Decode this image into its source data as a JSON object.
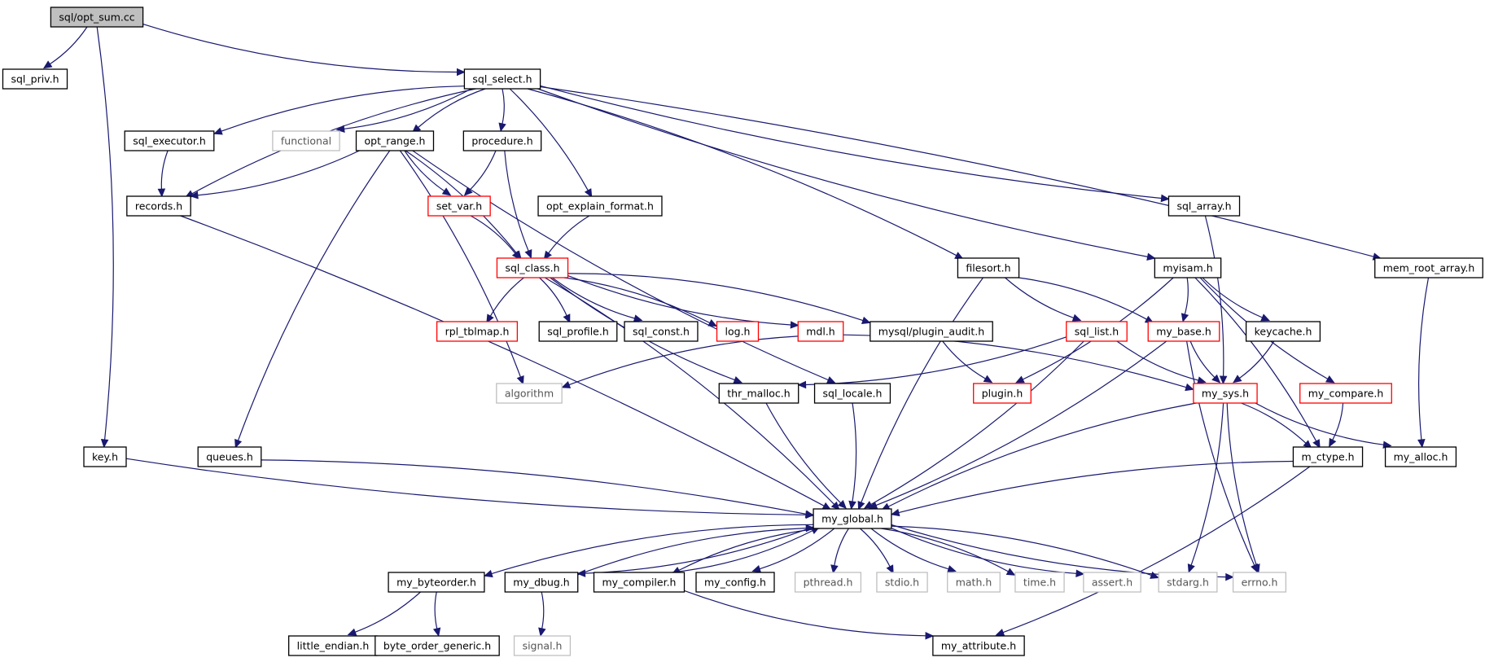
{
  "colors": {
    "edge": "#191970",
    "normal_border": "#000000",
    "incomplete_border": "#ff0000",
    "external_border": "#bfbfbf",
    "focus_fill": "#bfbfbf",
    "background": "#ffffff"
  },
  "graph": {
    "nodes": [
      {
        "id": "opt_sum",
        "label": "sql/opt_sum.cc",
        "style": "focus"
      },
      {
        "id": "sql_priv",
        "label": "sql_priv.h",
        "style": "normal"
      },
      {
        "id": "sql_select",
        "label": "sql_select.h",
        "style": "normal"
      },
      {
        "id": "key",
        "label": "key.h",
        "style": "normal"
      },
      {
        "id": "sql_executor",
        "label": "sql_executor.h",
        "style": "normal"
      },
      {
        "id": "functional",
        "label": "functional",
        "style": "external"
      },
      {
        "id": "opt_range",
        "label": "opt_range.h",
        "style": "normal"
      },
      {
        "id": "procedure",
        "label": "procedure.h",
        "style": "normal"
      },
      {
        "id": "records",
        "label": "records.h",
        "style": "normal"
      },
      {
        "id": "set_var",
        "label": "set_var.h",
        "style": "incomplete"
      },
      {
        "id": "opt_explain_format",
        "label": "opt_explain_format.h",
        "style": "normal"
      },
      {
        "id": "sql_array",
        "label": "sql_array.h",
        "style": "normal"
      },
      {
        "id": "sql_class",
        "label": "sql_class.h",
        "style": "incomplete"
      },
      {
        "id": "filesort",
        "label": "filesort.h",
        "style": "normal"
      },
      {
        "id": "myisam",
        "label": "myisam.h",
        "style": "normal"
      },
      {
        "id": "mem_root_array",
        "label": "mem_root_array.h",
        "style": "normal"
      },
      {
        "id": "rpl_tblmap",
        "label": "rpl_tblmap.h",
        "style": "incomplete"
      },
      {
        "id": "sql_profile",
        "label": "sql_profile.h",
        "style": "normal"
      },
      {
        "id": "sql_const",
        "label": "sql_const.h",
        "style": "normal"
      },
      {
        "id": "log",
        "label": "log.h",
        "style": "incomplete"
      },
      {
        "id": "mdl",
        "label": "mdl.h",
        "style": "incomplete"
      },
      {
        "id": "plugin_audit",
        "label": "mysql/plugin_audit.h",
        "style": "normal"
      },
      {
        "id": "sql_list",
        "label": "sql_list.h",
        "style": "incomplete"
      },
      {
        "id": "my_base",
        "label": "my_base.h",
        "style": "incomplete"
      },
      {
        "id": "keycache",
        "label": "keycache.h",
        "style": "normal"
      },
      {
        "id": "algorithm",
        "label": "algorithm",
        "style": "external"
      },
      {
        "id": "thr_malloc",
        "label": "thr_malloc.h",
        "style": "normal"
      },
      {
        "id": "sql_locale",
        "label": "sql_locale.h",
        "style": "normal"
      },
      {
        "id": "plugin",
        "label": "plugin.h",
        "style": "incomplete"
      },
      {
        "id": "my_sys",
        "label": "my_sys.h",
        "style": "incomplete"
      },
      {
        "id": "my_compare",
        "label": "my_compare.h",
        "style": "incomplete"
      },
      {
        "id": "queues",
        "label": "queues.h",
        "style": "normal"
      },
      {
        "id": "m_ctype",
        "label": "m_ctype.h",
        "style": "normal"
      },
      {
        "id": "my_alloc",
        "label": "my_alloc.h",
        "style": "normal"
      },
      {
        "id": "my_global",
        "label": "my_global.h",
        "style": "normal"
      },
      {
        "id": "my_byteorder",
        "label": "my_byteorder.h",
        "style": "normal"
      },
      {
        "id": "my_dbug",
        "label": "my_dbug.h",
        "style": "normal"
      },
      {
        "id": "my_compiler",
        "label": "my_compiler.h",
        "style": "normal"
      },
      {
        "id": "my_config",
        "label": "my_config.h",
        "style": "normal"
      },
      {
        "id": "pthread",
        "label": "pthread.h",
        "style": "external"
      },
      {
        "id": "stdio",
        "label": "stdio.h",
        "style": "external"
      },
      {
        "id": "math",
        "label": "math.h",
        "style": "external"
      },
      {
        "id": "time",
        "label": "time.h",
        "style": "external"
      },
      {
        "id": "assert",
        "label": "assert.h",
        "style": "external"
      },
      {
        "id": "stdarg",
        "label": "stdarg.h",
        "style": "external"
      },
      {
        "id": "errno",
        "label": "errno.h",
        "style": "external"
      },
      {
        "id": "little_endian",
        "label": "little_endian.h",
        "style": "normal"
      },
      {
        "id": "byte_order_generic",
        "label": "byte_order_generic.h",
        "style": "normal"
      },
      {
        "id": "signal",
        "label": "signal.h",
        "style": "external"
      },
      {
        "id": "my_attribute",
        "label": "my_attribute.h",
        "style": "normal"
      }
    ],
    "edges": [
      {
        "from": "opt_sum",
        "to": "sql_priv"
      },
      {
        "from": "opt_sum",
        "to": "sql_select"
      },
      {
        "from": "opt_sum",
        "to": "key"
      },
      {
        "from": "sql_select",
        "to": "sql_executor"
      },
      {
        "from": "sql_select",
        "to": "functional"
      },
      {
        "from": "sql_select",
        "to": "opt_range"
      },
      {
        "from": "sql_select",
        "to": "procedure"
      },
      {
        "from": "sql_select",
        "to": "records"
      },
      {
        "from": "sql_select",
        "to": "opt_explain_format"
      },
      {
        "from": "sql_select",
        "to": "sql_array"
      },
      {
        "from": "sql_select",
        "to": "filesort"
      },
      {
        "from": "sql_select",
        "to": "myisam"
      },
      {
        "from": "sql_select",
        "to": "mem_root_array"
      },
      {
        "from": "sql_executor",
        "to": "records"
      },
      {
        "from": "opt_range",
        "to": "records"
      },
      {
        "from": "opt_range",
        "to": "set_var"
      },
      {
        "from": "opt_range",
        "to": "sql_class"
      },
      {
        "from": "opt_range",
        "to": "queues"
      },
      {
        "from": "opt_range",
        "to": "algorithm"
      },
      {
        "from": "opt_range",
        "to": "sql_locale"
      },
      {
        "from": "procedure",
        "to": "set_var"
      },
      {
        "from": "procedure",
        "to": "sql_class"
      },
      {
        "from": "set_var",
        "to": "sql_class"
      },
      {
        "from": "opt_explain_format",
        "to": "sql_class"
      },
      {
        "from": "records",
        "to": "my_global"
      },
      {
        "from": "key",
        "to": "my_global"
      },
      {
        "from": "queues",
        "to": "my_global"
      },
      {
        "from": "sql_class",
        "to": "rpl_tblmap"
      },
      {
        "from": "sql_class",
        "to": "sql_profile"
      },
      {
        "from": "sql_class",
        "to": "sql_const"
      },
      {
        "from": "sql_class",
        "to": "log"
      },
      {
        "from": "sql_class",
        "to": "mdl"
      },
      {
        "from": "sql_class",
        "to": "plugin_audit"
      },
      {
        "from": "sql_class",
        "to": "thr_malloc"
      },
      {
        "from": "sql_class",
        "to": "my_global"
      },
      {
        "from": "mdl",
        "to": "algorithm"
      },
      {
        "from": "mdl",
        "to": "my_sys"
      },
      {
        "from": "plugin_audit",
        "to": "plugin"
      },
      {
        "from": "sql_array",
        "to": "my_sys"
      },
      {
        "from": "filesort",
        "to": "sql_list"
      },
      {
        "from": "filesort",
        "to": "my_base"
      },
      {
        "from": "filesort",
        "to": "my_global"
      },
      {
        "from": "myisam",
        "to": "my_base"
      },
      {
        "from": "myisam",
        "to": "keycache"
      },
      {
        "from": "myisam",
        "to": "plugin"
      },
      {
        "from": "myisam",
        "to": "my_compare"
      },
      {
        "from": "myisam",
        "to": "m_ctype"
      },
      {
        "from": "mem_root_array",
        "to": "my_alloc"
      },
      {
        "from": "sql_list",
        "to": "thr_malloc"
      },
      {
        "from": "sql_list",
        "to": "my_sys"
      },
      {
        "from": "sql_list",
        "to": "my_global"
      },
      {
        "from": "my_base",
        "to": "my_sys"
      },
      {
        "from": "my_base",
        "to": "my_global"
      },
      {
        "from": "my_base",
        "to": "errno"
      },
      {
        "from": "keycache",
        "to": "my_sys"
      },
      {
        "from": "thr_malloc",
        "to": "my_global"
      },
      {
        "from": "sql_locale",
        "to": "my_global"
      },
      {
        "from": "my_sys",
        "to": "my_global"
      },
      {
        "from": "my_sys",
        "to": "m_ctype"
      },
      {
        "from": "my_sys",
        "to": "my_alloc"
      },
      {
        "from": "my_sys",
        "to": "stdarg"
      },
      {
        "from": "my_sys",
        "to": "errno"
      },
      {
        "from": "my_compare",
        "to": "m_ctype"
      },
      {
        "from": "m_ctype",
        "to": "my_global"
      },
      {
        "from": "m_ctype",
        "to": "my_attribute"
      },
      {
        "from": "my_global",
        "to": "my_byteorder"
      },
      {
        "from": "my_global",
        "to": "my_dbug"
      },
      {
        "from": "my_global",
        "to": "my_compiler"
      },
      {
        "from": "my_global",
        "to": "my_config"
      },
      {
        "from": "my_global",
        "to": "pthread"
      },
      {
        "from": "my_global",
        "to": "stdio"
      },
      {
        "from": "my_global",
        "to": "math"
      },
      {
        "from": "my_global",
        "to": "time"
      },
      {
        "from": "my_global",
        "to": "assert"
      },
      {
        "from": "my_global",
        "to": "stdarg"
      },
      {
        "from": "my_global",
        "to": "errno"
      },
      {
        "from": "my_dbug",
        "to": "my_global"
      },
      {
        "from": "my_compiler",
        "to": "my_global"
      },
      {
        "from": "my_byteorder",
        "to": "little_endian"
      },
      {
        "from": "my_byteorder",
        "to": "byte_order_generic"
      },
      {
        "from": "my_dbug",
        "to": "signal"
      },
      {
        "from": "my_compiler",
        "to": "my_attribute"
      }
    ]
  }
}
